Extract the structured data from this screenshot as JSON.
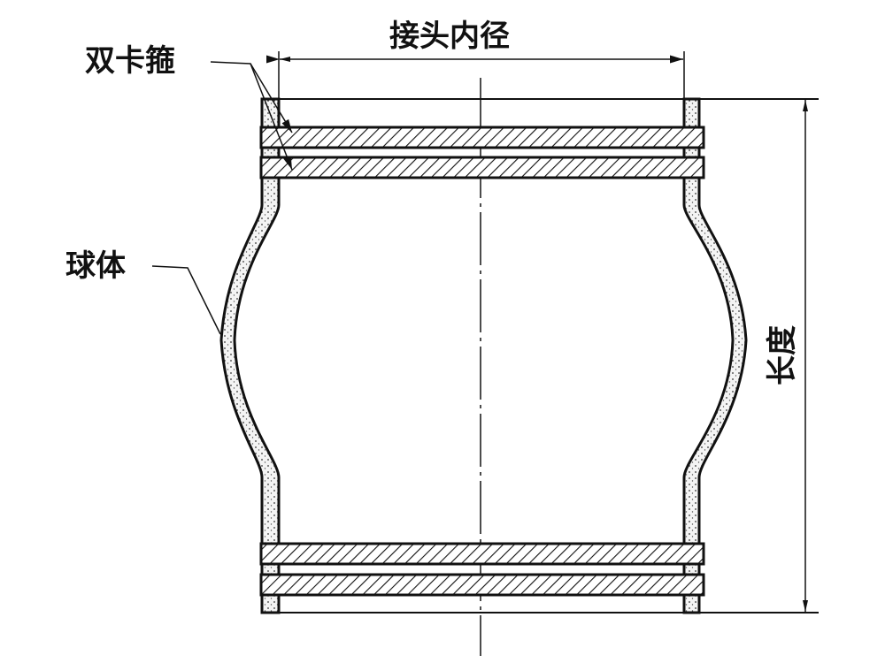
{
  "labels": {
    "inner_diameter": "接头内径",
    "double_clamp": "双卡箍",
    "ball_body": "球体",
    "length": "长度"
  },
  "colors": {
    "line": "#111111",
    "background": "#ffffff"
  }
}
